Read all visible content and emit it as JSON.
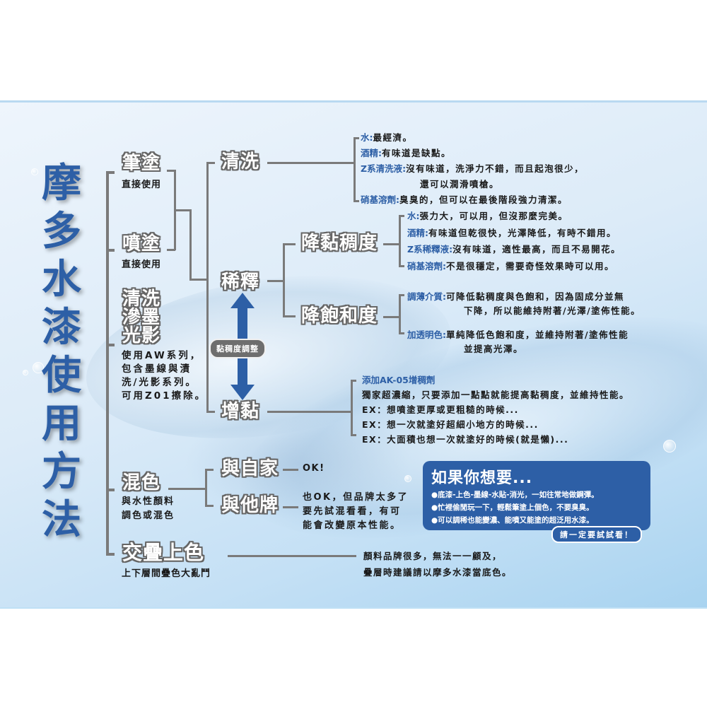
{
  "title": [
    "摩",
    "多",
    "水",
    "漆",
    "使",
    "用",
    "方",
    "法"
  ],
  "methods": {
    "brush": {
      "label": "筆塗",
      "sub": "直接使用"
    },
    "spray": {
      "label": "噴塗",
      "sub": "直接使用"
    },
    "wash": {
      "label": [
        "清洗",
        "滲墨",
        "光影"
      ],
      "sub": [
        "使用AW系列，",
        "包含墨線與漬",
        "洗/光影系列。",
        "可用Z01擦除。"
      ]
    },
    "mix": {
      "label": "混色",
      "sub": [
        "與水性顏料",
        "調色或混色"
      ]
    },
    "layer": {
      "label": "交疊上色",
      "sub": "上下層間疊色大亂鬥"
    }
  },
  "operations": {
    "clean": "清洗",
    "thin": "稀釋",
    "thicken": "增黏",
    "viscosity_pill": "黏稠度調整",
    "reduce_viscosity": "降黏稠度",
    "reduce_saturation": "降飽和度",
    "same_brand": "與自家",
    "other_brand": "與他牌"
  },
  "clean_notes": [
    {
      "key": "水:",
      "text": "最經濟。"
    },
    {
      "key": "酒精:",
      "text": "有味道是缺點。"
    },
    {
      "key": "Z系清洗液:",
      "text": "沒有味道，洗淨力不錯，而且起泡很少，",
      "cont": "還可以潤滑噴槍。"
    },
    {
      "key": "硝基溶劑:",
      "text": "臭臭的，但可以在最後階段強力清潔。"
    }
  ],
  "viscosity_notes": [
    {
      "key": "水:",
      "text": "張力大，可以用，但沒那麼完美。"
    },
    {
      "key": "酒精:",
      "text": "有味道但乾很快，光澤降低，有時不錯用。"
    },
    {
      "key": "Z系稀釋液:",
      "text": "沒有味道，適性最高，而且不易開花。"
    },
    {
      "key": "硝基溶劑:",
      "text": "不是很穩定，需要奇怪效果時可以用。"
    }
  ],
  "saturation_notes": [
    {
      "key": "調薄介質:",
      "text": "可降低黏稠度與色飽和，因為固成分並無",
      "cont": "下降，所以能維持附著/光澤/塗佈性能。"
    },
    {
      "key": "加透明色:",
      "text": "單純降低色飽和度，並維持附著/塗佈性能",
      "cont": "並提高光澤。"
    }
  ],
  "thicken_notes": {
    "heading": "添加AK-05增稠劑",
    "lines": [
      "獨家超濃縮，只要添加一點點就能提高黏稠度，並維持性能。",
      "EX：想噴塗更厚或更粗糙的時候...",
      "EX：想一次就塗好超細小地方的時候...",
      "EX：大面積也想一次就塗好的時候(就是懶)..."
    ]
  },
  "mix_notes": {
    "same_brand": "OK!",
    "other_brand": [
      "也OK，但品牌太多了",
      "要先試混看看，有可",
      "能會改變原本性能。"
    ]
  },
  "layer_notes": [
    "顏料品牌很多，無法一一顧及，",
    "疊層時建議請以摩多水漆當底色。"
  ],
  "callout": {
    "title": "如果你想要...",
    "bullets": [
      "●底漆-上色-墨線-水貼-消光，一如往常地做鋼彈。",
      "●忙裡偷閒玩一下，輕鬆筆塗上個色，不要臭臭。",
      "●可以調稀也能變濃、能噴又能塗的超泛用水漆。"
    ],
    "button": "請一定要試試看！"
  },
  "colors": {
    "accent": "#2d5fa6",
    "line": "#7a7a7a",
    "text": "#1a1a1a"
  }
}
